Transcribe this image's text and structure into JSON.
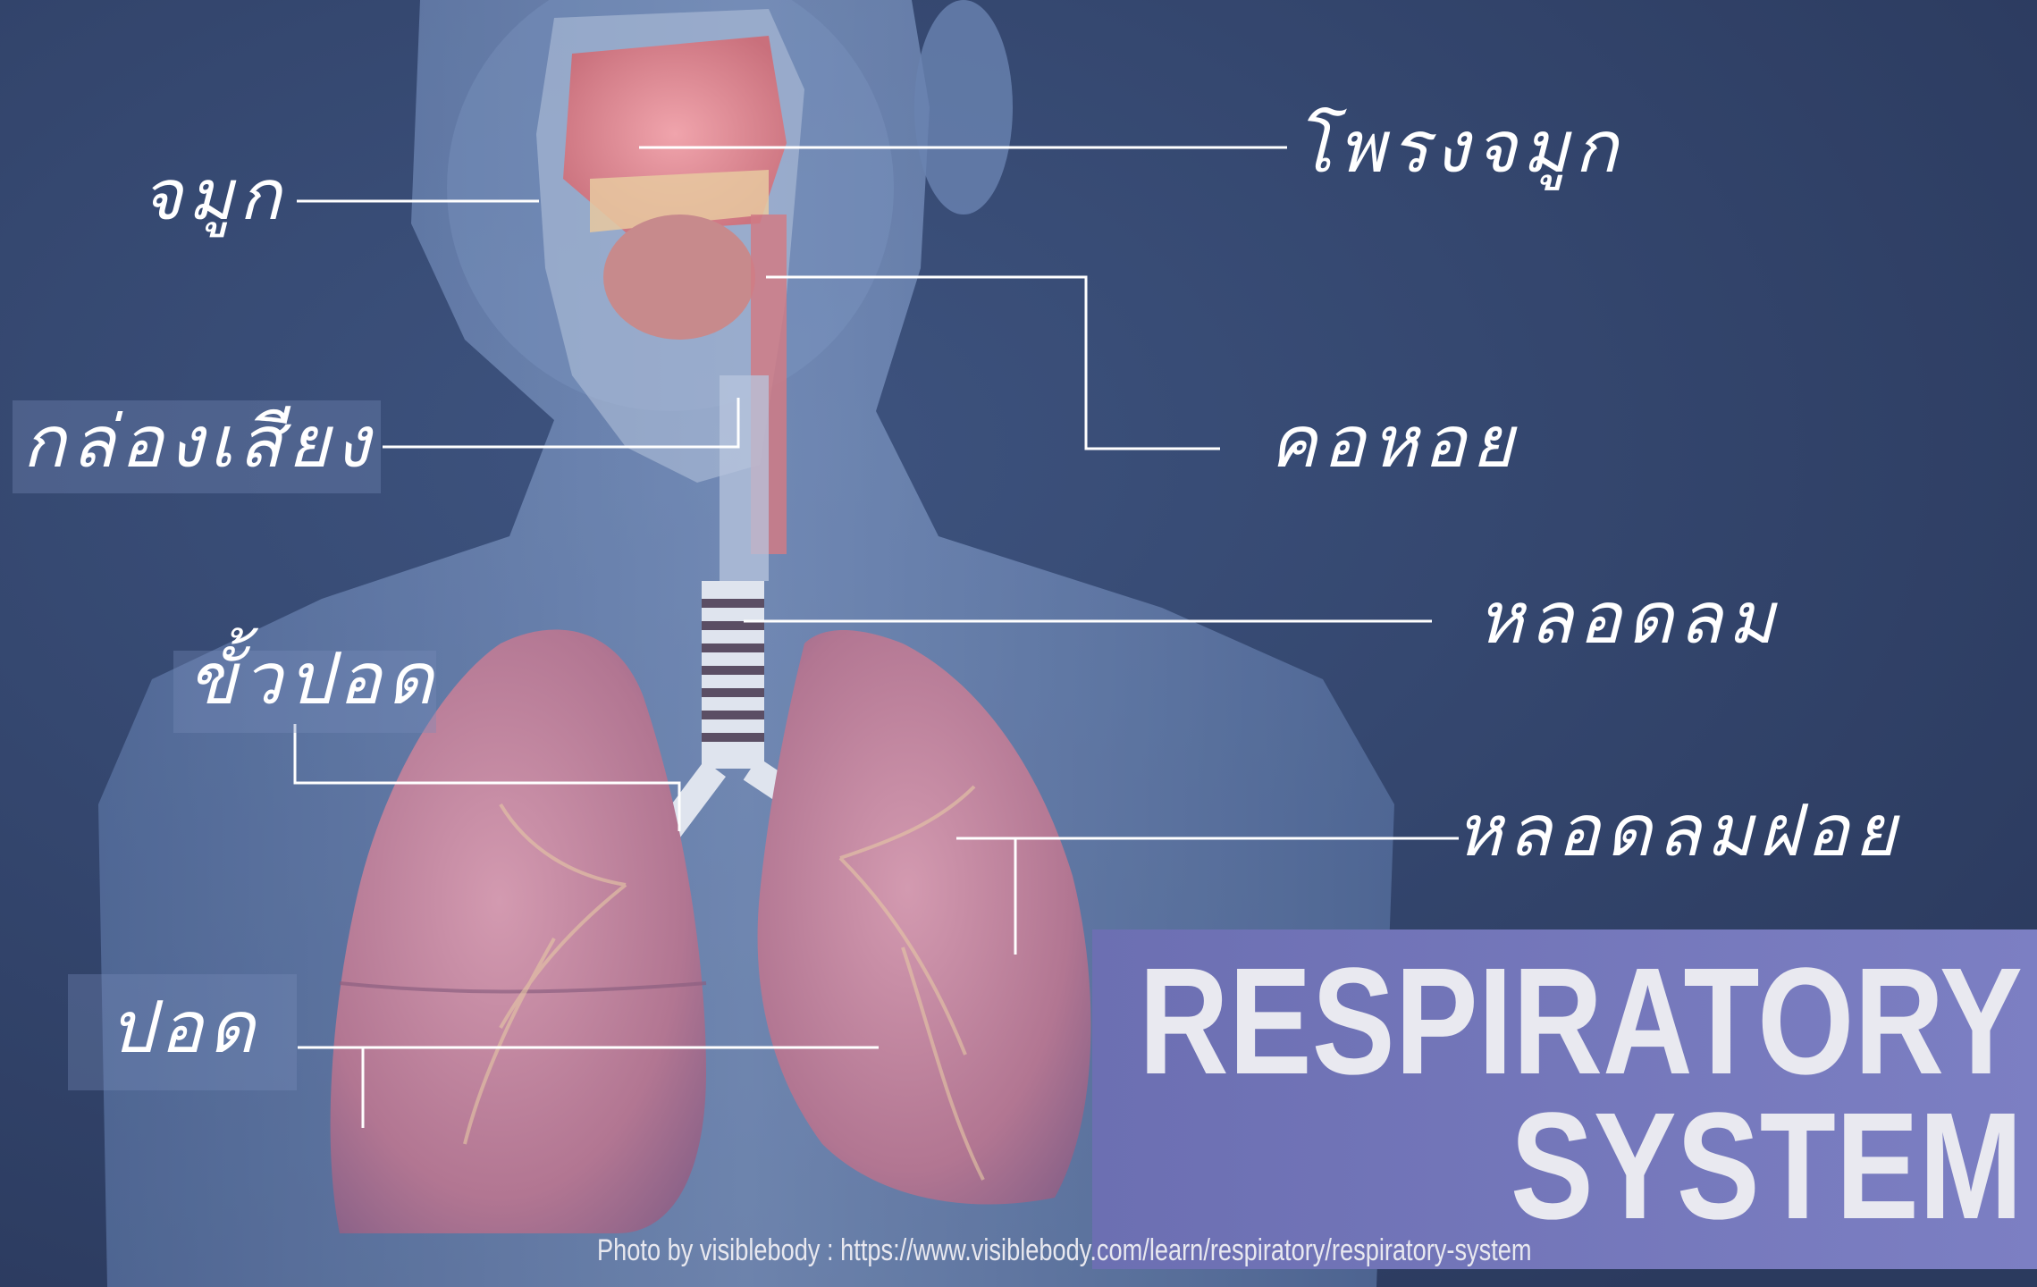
{
  "diagram": {
    "labels": {
      "nose": "จมูก",
      "nasal_cavity": "โพรงจมูก",
      "larynx": "กล่องเสียง",
      "pharynx": "คอหอย",
      "trachea": "หลอดลม",
      "hilum": "ขั้วปอด",
      "bronchi": "หลอดลมฝอย",
      "lung": "ปอด"
    },
    "title_line1": "RESPIRATORY",
    "title_line2": "SYSTEM",
    "credit": "Photo by visiblebody : https://www.visiblebody.com/learn/respiratory/respiratory-system"
  },
  "colors": {
    "background": "#324469",
    "banner": "#7477bb",
    "lung": "#b97a9c",
    "leader_line": "#ffffff"
  }
}
